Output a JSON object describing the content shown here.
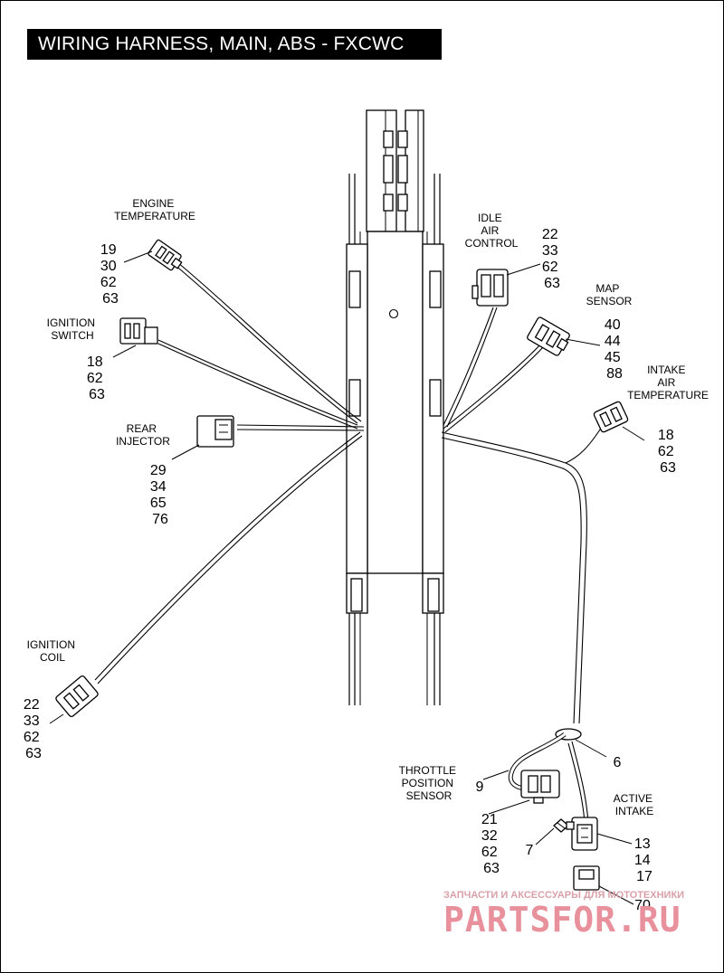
{
  "title": "WIRING HARNESS, MAIN, ABS - FXCWC",
  "labels": {
    "engine_temperature": [
      "ENGINE",
      "TEMPERATURE"
    ],
    "ignition_switch": [
      "IGNITION",
      "SWITCH"
    ],
    "rear_injector": [
      "REAR",
      "INJECTOR"
    ],
    "ignition_coil": [
      "IGNITION",
      "COIL"
    ],
    "idle_air_control": [
      "IDLE",
      "AIR",
      "CONTROL"
    ],
    "map_sensor": [
      "MAP",
      "SENSOR"
    ],
    "intake_air_temperature": [
      "INTAKE",
      "AIR",
      "TEMPERATURE"
    ],
    "throttle_position_sensor": [
      "THROTTLE",
      "POSITION",
      "SENSOR"
    ],
    "active_intake": [
      "ACTIVE",
      "INTAKE"
    ]
  },
  "callouts": {
    "engine_temperature": [
      "19",
      "30",
      "62",
      "63"
    ],
    "ignition_switch": [
      "18",
      "62",
      "63"
    ],
    "rear_injector": [
      "29",
      "34",
      "65",
      "76"
    ],
    "ignition_coil": [
      "22",
      "33",
      "62",
      "63"
    ],
    "idle_air_control": [
      "22",
      "33",
      "62",
      "63"
    ],
    "map_sensor": [
      "40",
      "44",
      "45",
      "88"
    ],
    "intake_air_temperature": [
      "18",
      "62",
      "63"
    ],
    "harness_clip": [
      "6"
    ],
    "throttle_wire": [
      "9"
    ],
    "throttle_position_sensor": [
      "21",
      "32",
      "62",
      "63"
    ],
    "active_intake_fastener": [
      "7"
    ],
    "active_intake": [
      "13",
      "14",
      "17"
    ],
    "active_intake_cap": [
      "70"
    ]
  },
  "watermark": {
    "tagline": "ЗАПЧАСТИ И АКСЕССУАРЫ ДЛЯ МОТОТЕХНИКИ",
    "brand": "PARTSFOR.RU"
  }
}
